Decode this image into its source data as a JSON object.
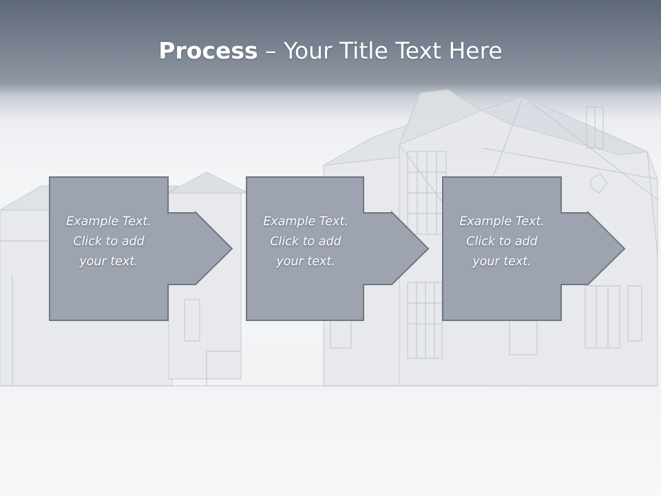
{
  "slide": {
    "title_bold": "Process",
    "title_rest": " – Your Title Text Here"
  },
  "steps": [
    {
      "lines": [
        "Example Text.",
        "Click  to add",
        "your text."
      ]
    },
    {
      "lines": [
        "Example Text.",
        "Click  to add",
        "your text."
      ]
    },
    {
      "lines": [
        "Example Text.",
        "Click  to add",
        "your text."
      ]
    }
  ],
  "colors": {
    "box_fill": "#9da4b0",
    "box_stroke": "#6f7683",
    "title_text": "#ffffff"
  }
}
